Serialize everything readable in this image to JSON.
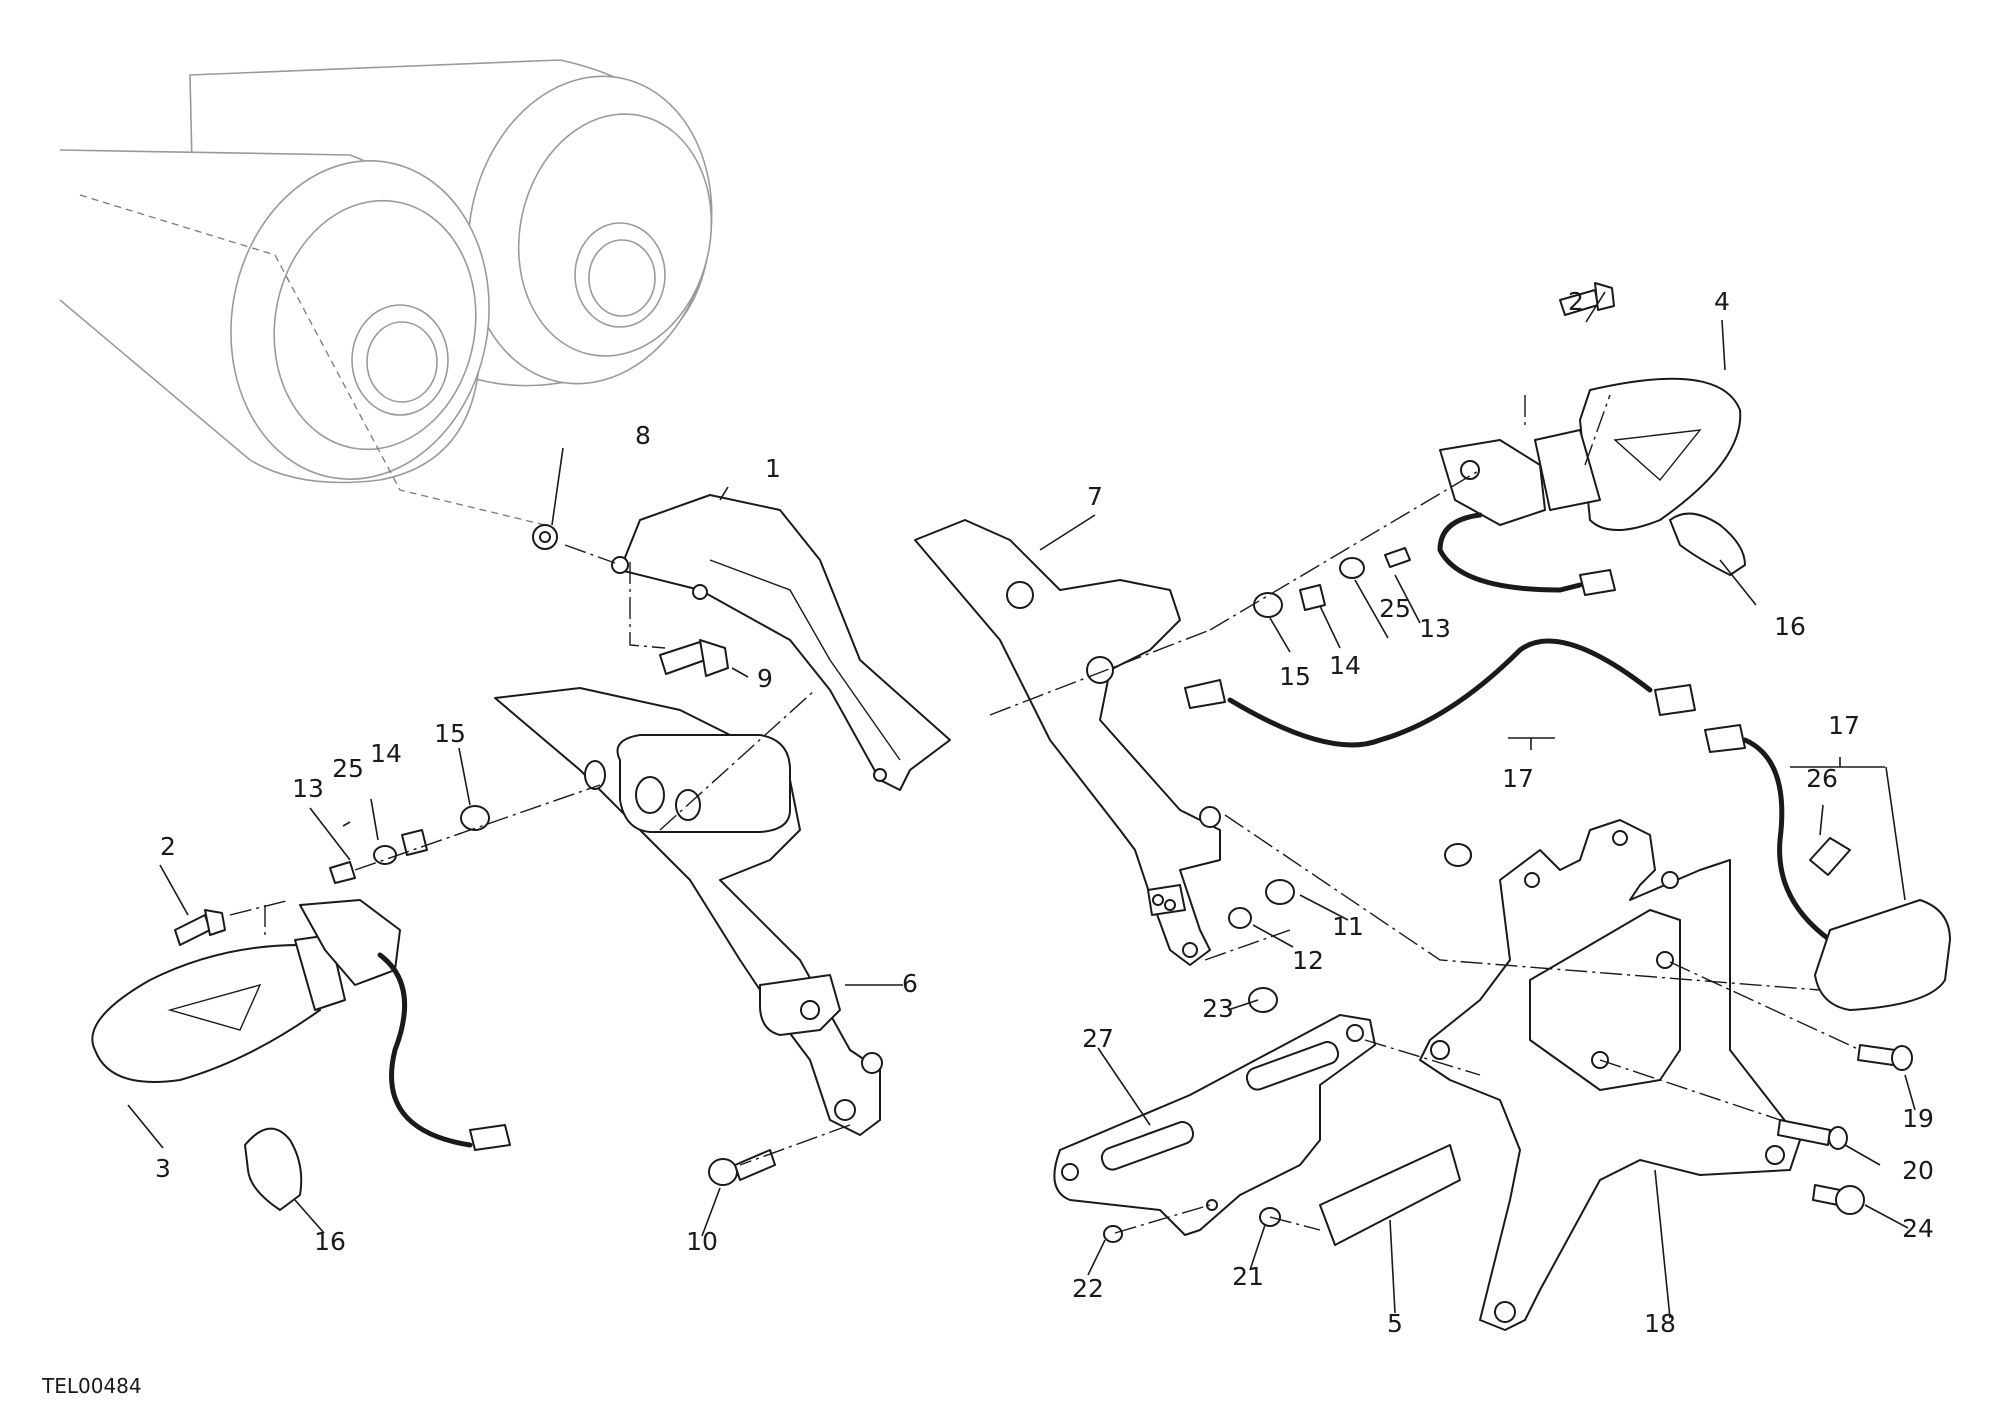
{
  "diagram": {
    "drawing_code": "TEL00484",
    "callouts": {
      "c1": "1",
      "c2a": "2",
      "c2b": "2",
      "c3": "3",
      "c4": "4",
      "c5": "5",
      "c6": "6",
      "c7": "7",
      "c8": "8",
      "c9": "9",
      "c10": "10",
      "c11": "11",
      "c12": "12",
      "c13a": "13",
      "c13b": "13",
      "c14a": "14",
      "c14b": "14",
      "c15a": "15",
      "c15b": "15",
      "c16a": "16",
      "c16b": "16",
      "c17a": "17",
      "c17b": "17",
      "c18": "18",
      "c19": "19",
      "c20": "20",
      "c21": "21",
      "c22": "22",
      "c23": "23",
      "c24": "24",
      "c25a": "25",
      "c25b": "25",
      "c26": "26",
      "c27": "27"
    }
  }
}
